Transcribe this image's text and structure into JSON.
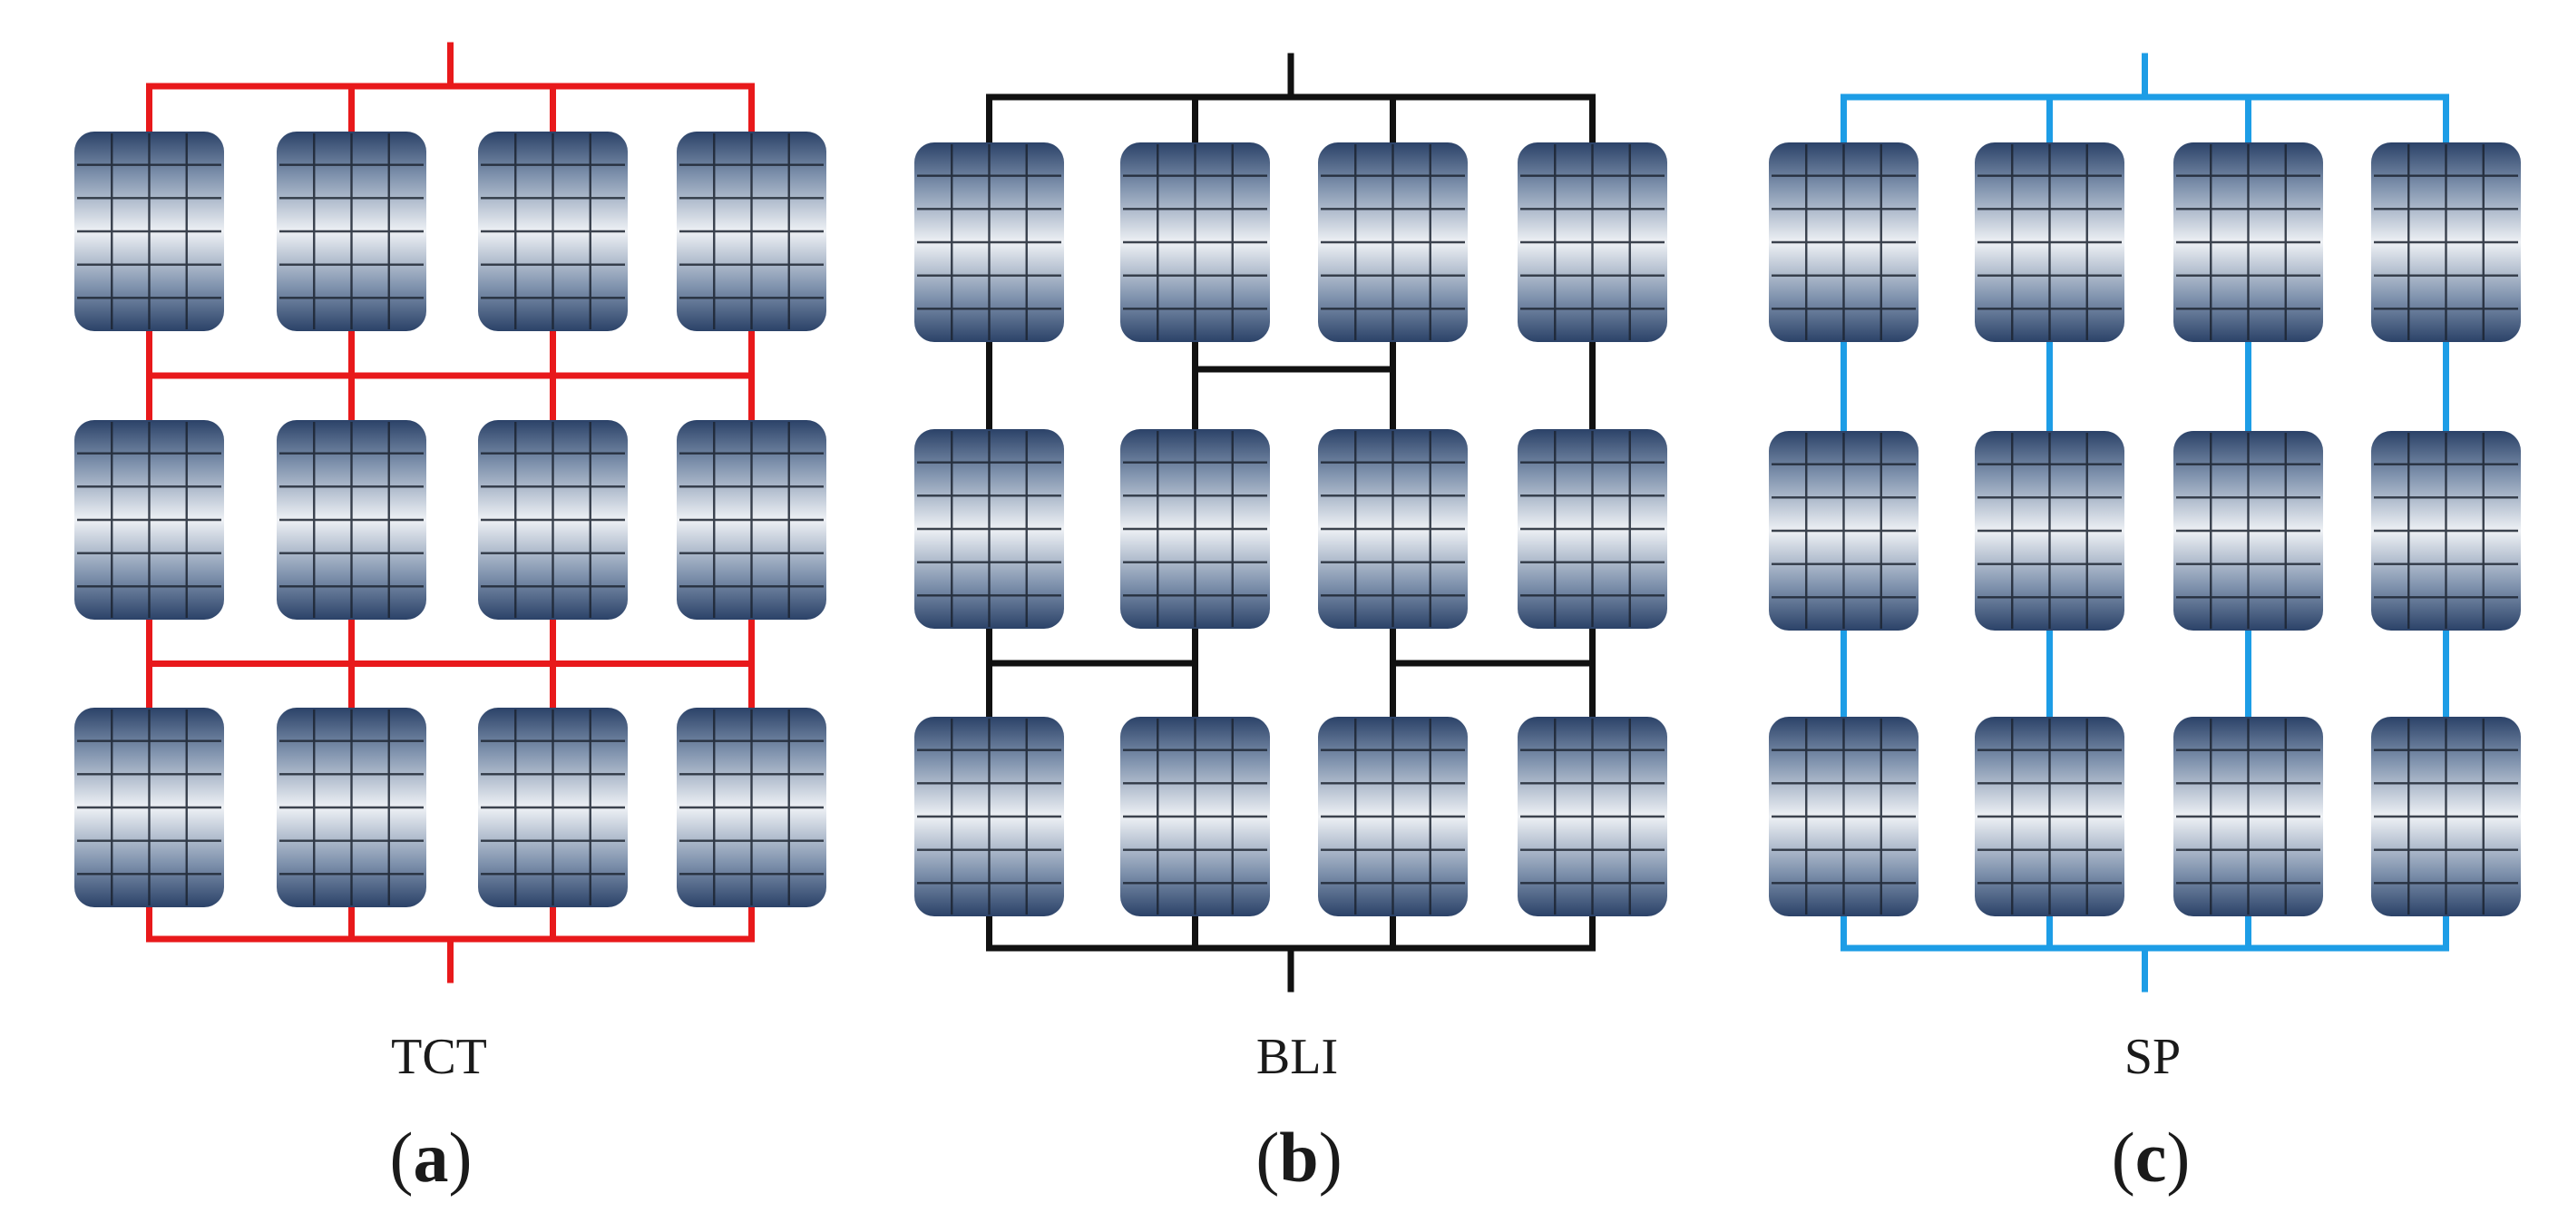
{
  "panels": [
    {
      "id": "a",
      "config_label": "TCT",
      "sub_label": "a",
      "wire_color": "#e8191b"
    },
    {
      "id": "b",
      "config_label": "BLI",
      "sub_label": "b",
      "wire_color": "#111111"
    },
    {
      "id": "c",
      "config_label": "SP",
      "sub_label": "c",
      "wire_color": "#1d9de6"
    }
  ],
  "array": {
    "rows": 3,
    "cols": 4
  },
  "module_colors": {
    "dark": "#2b4268",
    "light": "#eef1f5",
    "grid": "#1c2431"
  }
}
